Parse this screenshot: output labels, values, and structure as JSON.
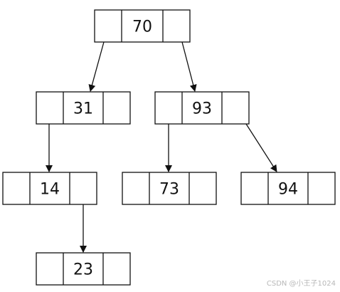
{
  "colors": {
    "stroke": "#111111",
    "background": "#ffffff",
    "watermark": "#b8b8b8"
  },
  "nodes": [
    {
      "id": "n70",
      "value": "70"
    },
    {
      "id": "n31",
      "value": "31"
    },
    {
      "id": "n93",
      "value": "93"
    },
    {
      "id": "n14",
      "value": "14"
    },
    {
      "id": "n73",
      "value": "73"
    },
    {
      "id": "n94",
      "value": "94"
    },
    {
      "id": "n23",
      "value": "23"
    }
  ],
  "edges": [
    {
      "from": "n70",
      "to": "n31"
    },
    {
      "from": "n70",
      "to": "n93"
    },
    {
      "from": "n31",
      "to": "n14"
    },
    {
      "from": "n93",
      "to": "n73"
    },
    {
      "from": "n93",
      "to": "n94"
    },
    {
      "from": "n14",
      "to": "n23"
    }
  ],
  "watermark": "CSDN @小王子1024"
}
